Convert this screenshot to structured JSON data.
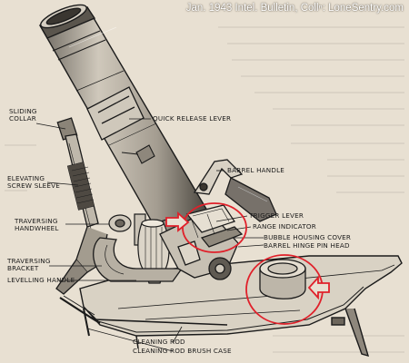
{
  "credit": "Jan. 1943 Intel. Bulletin, Collⁿ: LoneSentry.com",
  "labels": {
    "sliding_collar": [
      "SLIDING",
      "COLLAR"
    ],
    "quick_release_lever": "QUICK RELEASE LEVER",
    "barrel_handle": "BARREL HANDLE",
    "elevating_screw_sleeve": [
      "ELEVATING",
      "SCREW SLEEVE"
    ],
    "traversing_handwheel": [
      "TRAVERSING",
      "HANDWHEEL"
    ],
    "trigger_lever": "TRIGGER LEVER",
    "range_indicator": "RANGE INDICATOR",
    "bubble_housing_cover": "BUBBLE HOUSING COVER",
    "barrel_hinge_pin_head": "BARREL HINGE PIN HEAD",
    "traversing_bracket": [
      "TRAVERSING",
      "BRACKET"
    ],
    "levelling_handle": "LEVELLING HANDLE",
    "cleaning_rod": "CLEANING ROD",
    "cleaning_rod_brush_case": "CLEANING ROD BRUSH CASE"
  },
  "colors": {
    "paper": "#e8e0d2",
    "ink": "#1b1b1b",
    "highlight": "#e0202a"
  }
}
